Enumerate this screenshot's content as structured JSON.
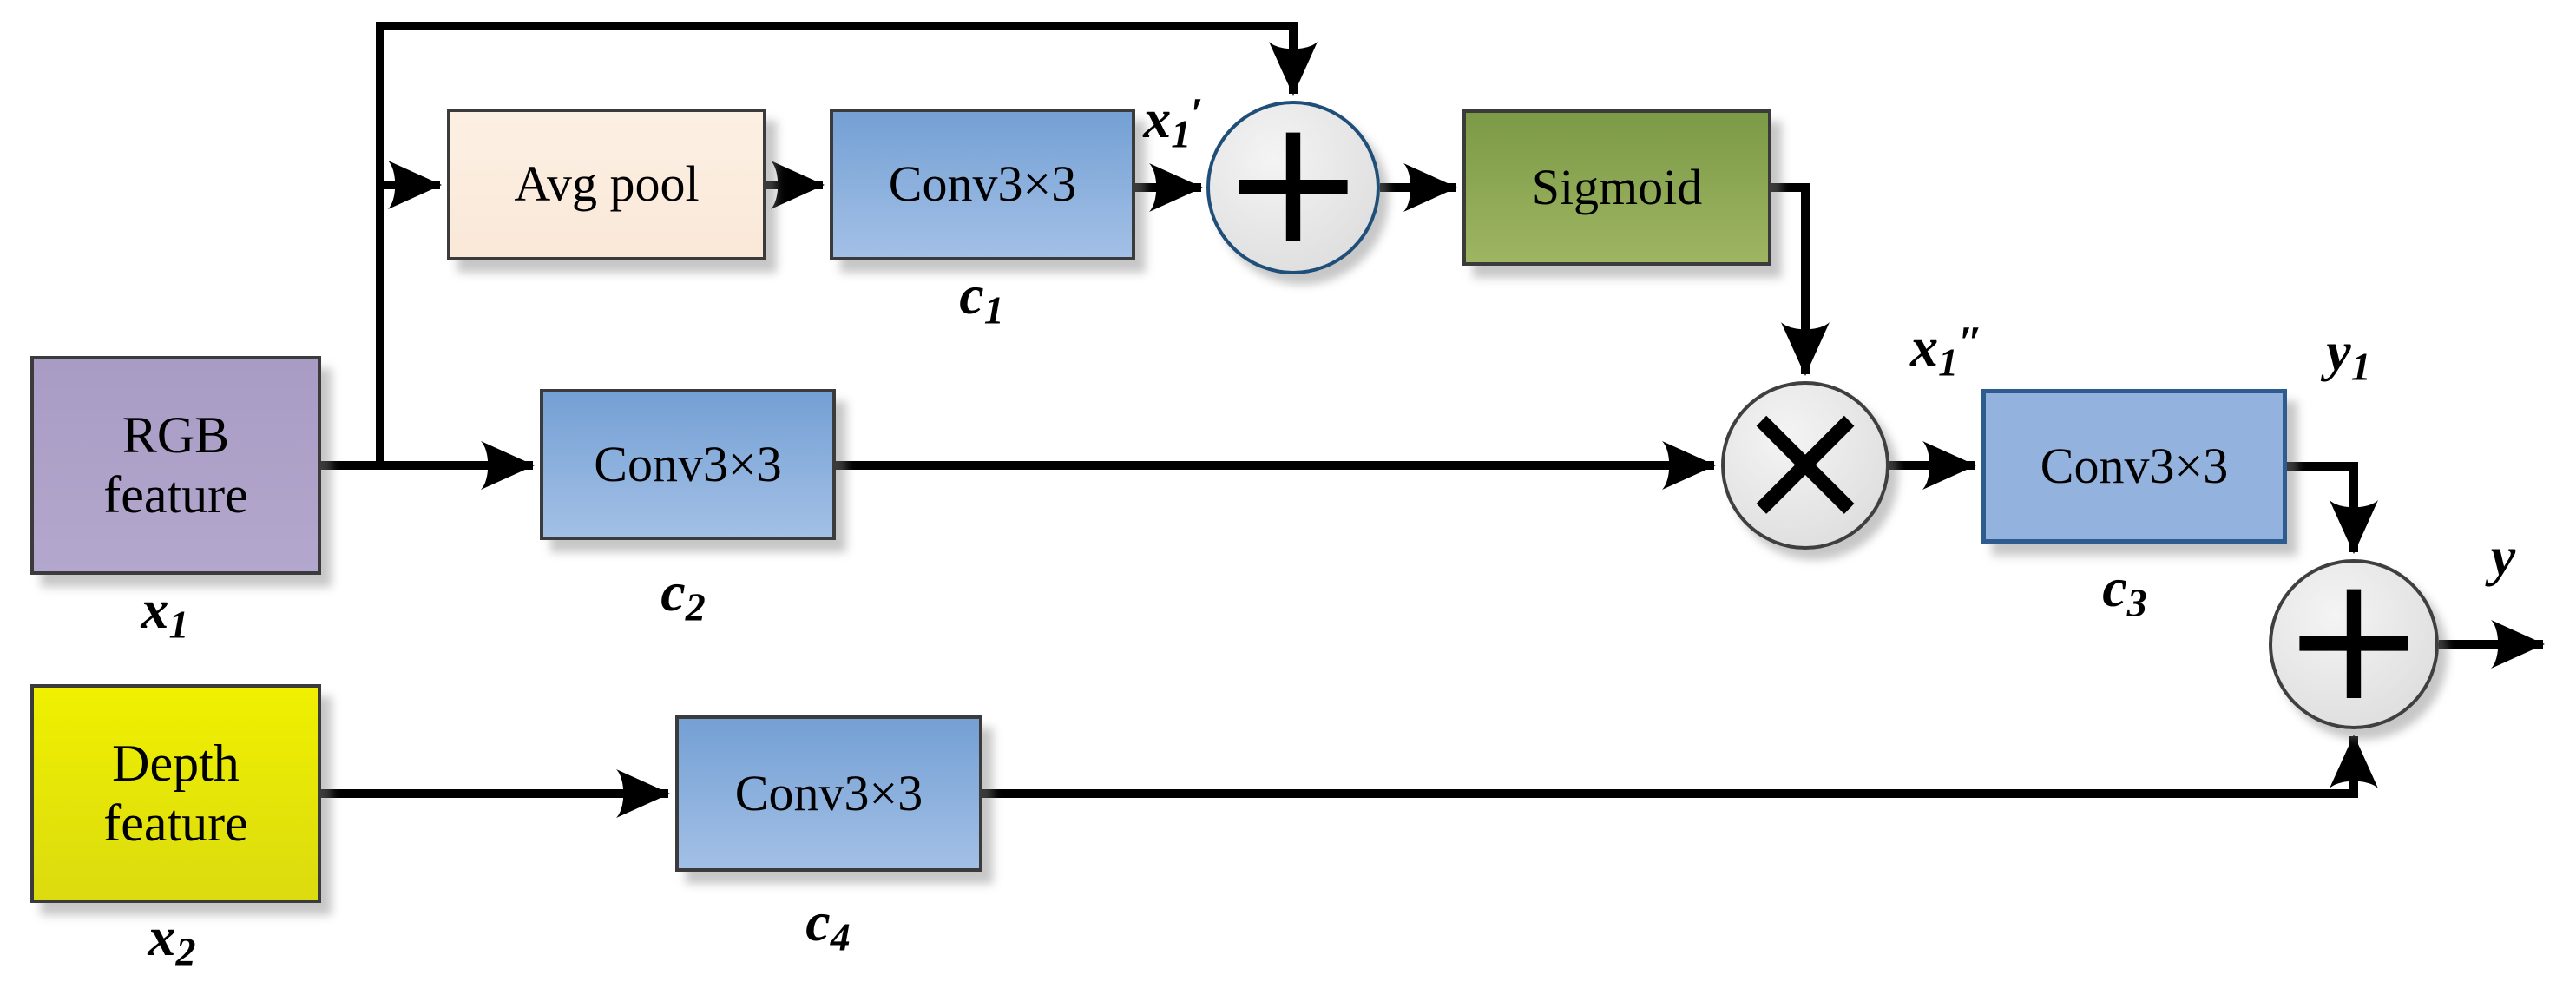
{
  "nodes": {
    "avg_pool": {
      "label": "Avg pool"
    },
    "conv_c1": {
      "label": "Conv3×3"
    },
    "conv_c2": {
      "label": "Conv3×3"
    },
    "conv_c3": {
      "label": "Conv3×3"
    },
    "conv_c4": {
      "label": "Conv3×3"
    },
    "sigmoid": {
      "label": "Sigmoid"
    },
    "rgb_feature": {
      "line1": "RGB",
      "line2": "feature"
    },
    "depth_feature": {
      "line1": "Depth",
      "line2": "feature"
    },
    "add_top": {
      "symbol": "+"
    },
    "add_out": {
      "symbol": "+"
    },
    "multiply": {
      "symbol": "×"
    }
  },
  "labels": {
    "x1": {
      "base": "x",
      "sub": "1",
      "sup": ""
    },
    "x2": {
      "base": "x",
      "sub": "2",
      "sup": ""
    },
    "x1_prime": {
      "base": "x",
      "sub": "1",
      "sup": "′"
    },
    "x1_dprime": {
      "base": "x",
      "sub": "1",
      "sup": "″"
    },
    "c1": {
      "base": "c",
      "sub": "1",
      "sup": ""
    },
    "c2": {
      "base": "c",
      "sub": "2",
      "sup": ""
    },
    "c3": {
      "base": "c",
      "sub": "3",
      "sup": ""
    },
    "c4": {
      "base": "c",
      "sub": "4",
      "sup": ""
    },
    "y1": {
      "base": "y",
      "sub": "1",
      "sup": ""
    },
    "y": {
      "base": "y",
      "sub": "",
      "sup": ""
    }
  },
  "colors": {
    "wire": "#000000",
    "box_border": "#3b3b3b",
    "conv_top": "#74a0d4",
    "conv_bottom": "#a3c0e6",
    "conv3_fill": "#93b3de",
    "conv3_border": "#2e5c8f",
    "avg_top": "#fcf0e3",
    "avg_bottom": "#fae8d8",
    "sigmoid_top": "#7c9a46",
    "sigmoid_bottom": "#9eb562",
    "rgb_top": "#a89cc5",
    "rgb_bottom": "#b3a7cd",
    "depth_top": "#f0f000",
    "depth_bottom": "#dbdb10",
    "plus_top_border": "#1f4e79",
    "circle_border": "#3f3f3f",
    "circle_fill_light": "#f4f4f4",
    "circle_fill_dark": "#d9d9d9",
    "shadow": "rgba(130,130,130,0.45)"
  }
}
